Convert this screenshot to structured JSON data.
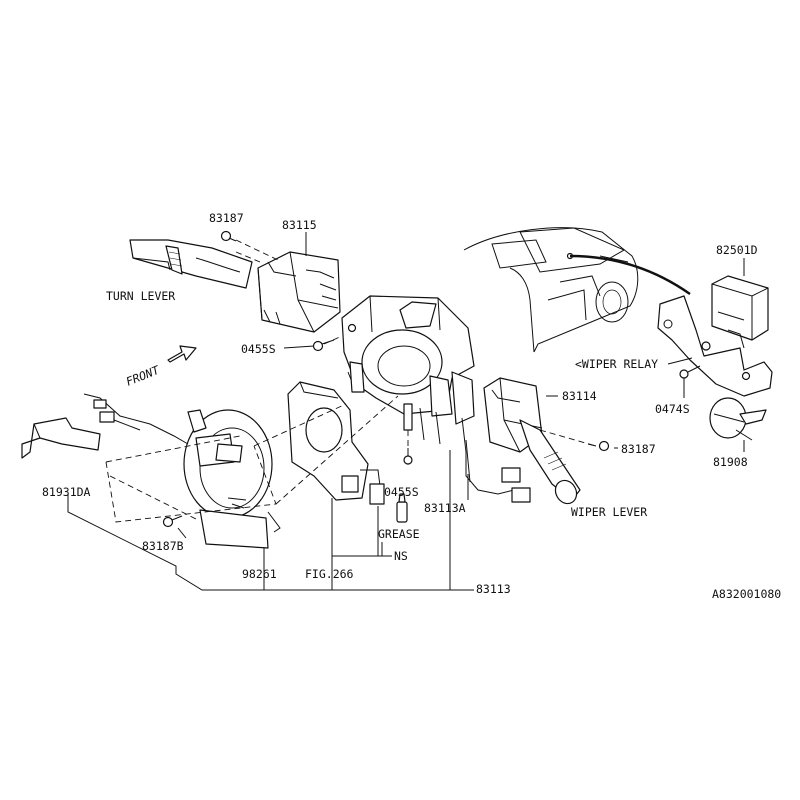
{
  "diagram": {
    "figure_code": "A832001080",
    "labels": {
      "screw_83187_top": "83187",
      "switch_83115": "83115",
      "turn_lever": "TURN LEVER",
      "screw_0455s_top": "0455S",
      "front_arrow": "FRONT",
      "relay_82501d": "82501D",
      "wiper_relay": "<WIPER RELAY",
      "screw_0474s": "0474S",
      "clip_81908": "81908",
      "switch_83114": "83114",
      "screw_83187_right": "83187",
      "wiper_lever": "WIPER LEVER",
      "screw_0455s_bottom": "0455S",
      "harness_83113a": "83113A",
      "grease": "GREASE",
      "ns": "NS",
      "bracket_81931da": "81931DA",
      "screw_83187b": "83187B",
      "roll_98261": "98261",
      "fig_266": "FIG.266",
      "assy_83113": "83113"
    }
  }
}
